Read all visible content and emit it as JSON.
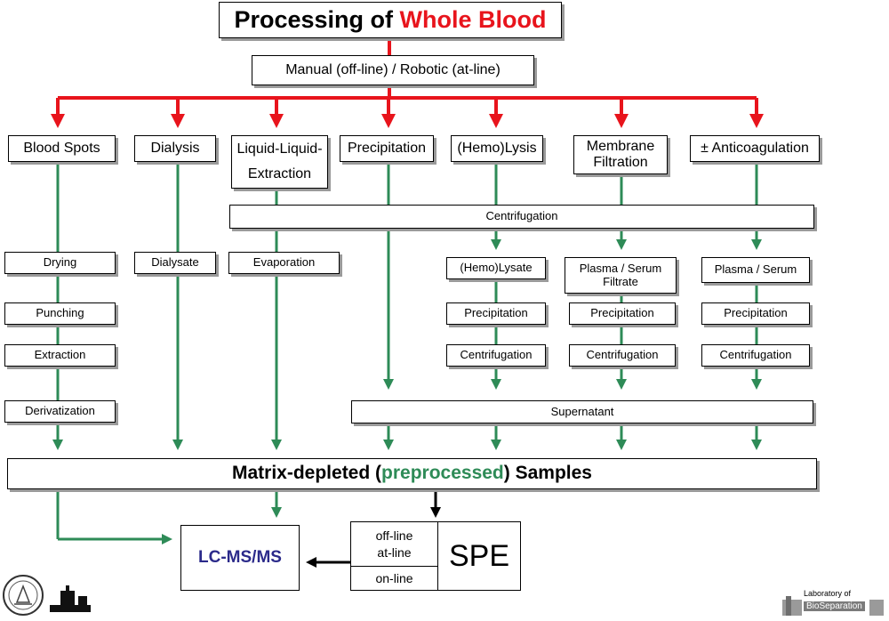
{
  "title": {
    "part1": "Processing of ",
    "part2": "Whole Blood"
  },
  "subtitle": "Manual (off-line) / Robotic (at-line)",
  "methods": {
    "blood_spots": "Blood Spots",
    "dialysis": "Dialysis",
    "lle": "Liquid-Liquid-Extraction",
    "precipitation": "Precipitation",
    "hemolysis": "(Hemo)Lysis",
    "membrane": "Membrane Filtration",
    "anticoag": "± Anticoagulation"
  },
  "centrifugation_bar": "Centrifugation",
  "steps": {
    "drying": "Drying",
    "punching": "Punching",
    "extraction": "Extraction",
    "derivatization": "Derivatization",
    "dialysate": "Dialysate",
    "evaporation": "Evaporation",
    "hemolysate": "(Hemo)Lysate",
    "filtrate": "Plasma / Serum Filtrate",
    "plasma": "Plasma / Serum",
    "prec": "Precipitation",
    "centr": "Centrifugation"
  },
  "supernatant": "Supernatant",
  "matrix": {
    "part1": "Matrix-depleted (",
    "part2": "preprocessed",
    "part3": ") Samples"
  },
  "lcms": "LC-MS/MS",
  "spe": {
    "offline": "off-line",
    "atline": "at-line",
    "online": "on-line",
    "label": "SPE"
  },
  "logo": {
    "lab": "Laboratory of",
    "name": "BioSeparation"
  },
  "colors": {
    "red": "#e8141c",
    "green": "#2e8b57",
    "lcms_blue": "#2b2a8a"
  }
}
